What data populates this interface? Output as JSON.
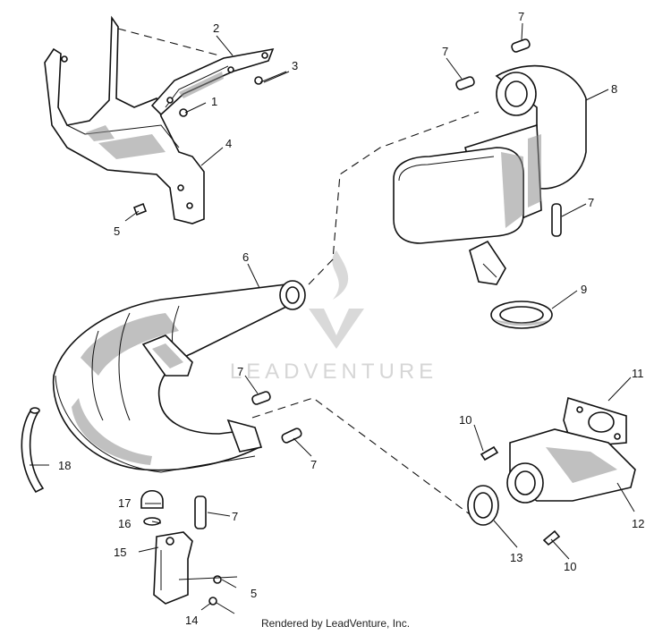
{
  "watermark": {
    "brand": "LEADVENTURE"
  },
  "footer": {
    "text": "Rendered by LeadVenture, Inc."
  },
  "callouts": {
    "c1": "1",
    "c2": "2",
    "c3": "3",
    "c4": "4",
    "c5a": "5",
    "c5b": "5",
    "c6": "6",
    "c7a": "7",
    "c7b": "7",
    "c7c": "7",
    "c7d": "7",
    "c7e": "7",
    "c7f": "7",
    "c8": "8",
    "c9": "9",
    "c10a": "10",
    "c10b": "10",
    "c11": "11",
    "c12": "12",
    "c13": "13",
    "c14": "14",
    "c15": "15",
    "c16": "16",
    "c17": "17",
    "c18": "18"
  },
  "colors": {
    "line": "#111111",
    "shade": "#8d8d8d",
    "watermark": "#d6d6d6"
  }
}
